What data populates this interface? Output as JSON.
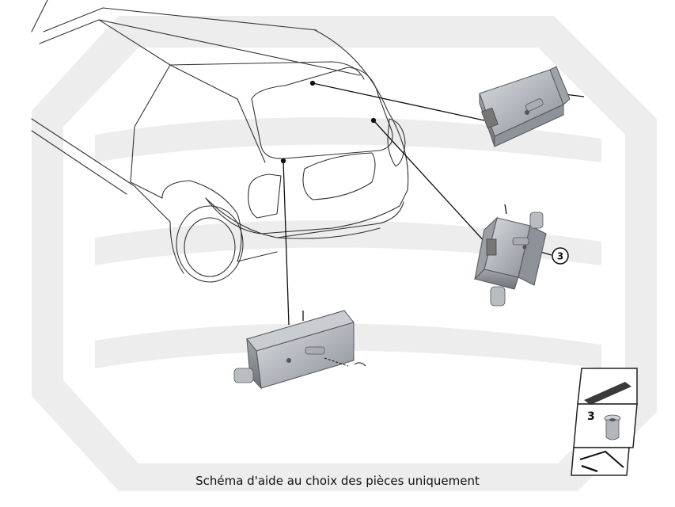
{
  "callouts": {
    "part_3": "3"
  },
  "parts_legend": {
    "item_3_number": "3"
  },
  "caption": "Schéma d'aide au choix des pièces uniquement",
  "colors": {
    "watermark": "#ececec",
    "line": "#222222",
    "module_body": "#b8bcc2",
    "module_dark": "#7d8289"
  }
}
